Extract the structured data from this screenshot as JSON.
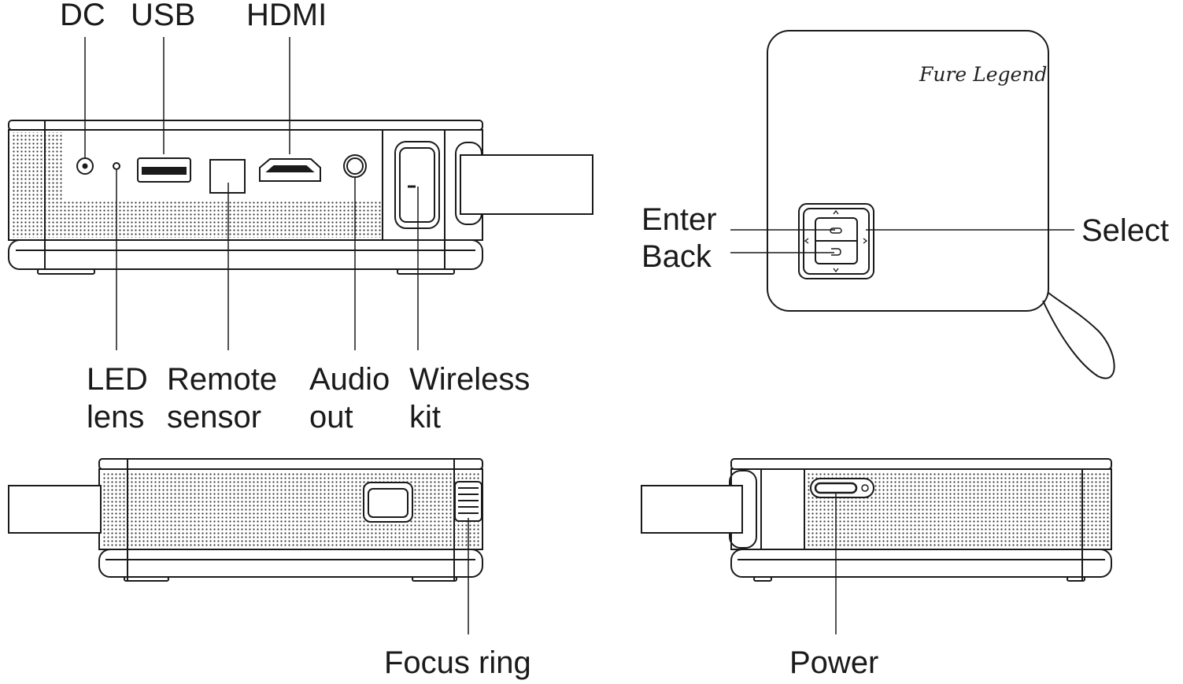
{
  "brand": "Fure Legend",
  "labels": {
    "dc": "DC",
    "usb": "USB",
    "hdmi": "HDMI",
    "led_lens": [
      "LED",
      "lens"
    ],
    "remote_sensor": [
      "Remote",
      "sensor"
    ],
    "audio_out": [
      "Audio",
      "out"
    ],
    "wireless_kit": [
      "Wireless",
      "kit"
    ],
    "enter": "Enter",
    "back": "Back",
    "select": "Select",
    "focus_ring": "Focus ring",
    "power": "Power"
  }
}
